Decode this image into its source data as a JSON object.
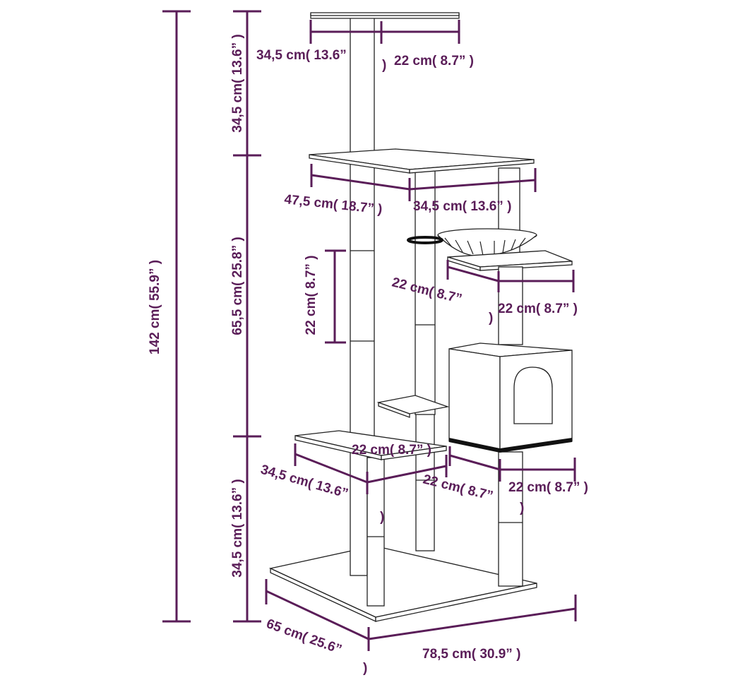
{
  "colors": {
    "dimension": "#5a1d58",
    "outline": "#222222",
    "background": "#ffffff"
  },
  "dimensions": {
    "total_height": "142 cm( 55.9”  )",
    "top_section_height": "34,5 cm( 13.6”  )",
    "middle_section_height": "65,5 cm( 25.8”  )",
    "bottom_section_height": "34,5 cm( 13.6”  )",
    "post_segment_height": "22 cm( 8.7”  )",
    "top_platform_width": "34,5 cm( 13.6”",
    "top_platform_width_close": ")",
    "top_platform_depth": "22 cm( 8.7”  )",
    "middle_platform_width": "47,5 cm( 18.7”  )",
    "middle_platform_depth": "34,5 cm( 13.6”  )",
    "small_platform_width": "22 cm( 8.7”",
    "small_platform_width_close": ")",
    "small_platform_depth": "22 cm( 8.7”  )",
    "lower_platform_depth": "22 cm( 8.7”  )",
    "lower_platform_width": "34,5 cm( 13.6”",
    "lower_platform_width_close": ")",
    "condo_width": "22 cm( 8.7”",
    "condo_width_close": ")",
    "condo_depth": "22 cm( 8.7”  )",
    "base_depth": "65 cm( 25.6”",
    "base_depth_close": ")",
    "base_width": "78,5 cm( 30.9”  )"
  }
}
